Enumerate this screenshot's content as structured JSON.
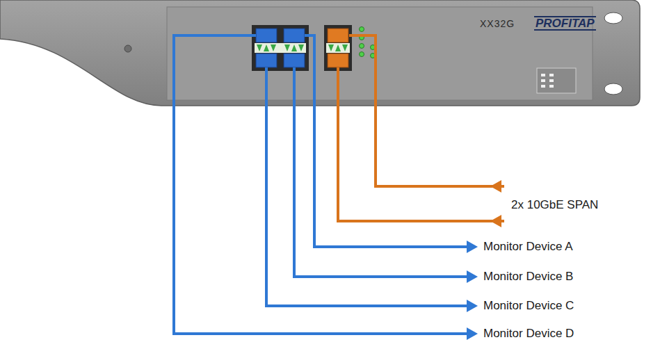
{
  "diagram": {
    "nodes": [
      {
        "text": [
          "XX32G",
          "PROFITAP"
        ]
      },
      {
        "text": [
          "2x 10GbE SPAN"
        ]
      },
      {
        "text": [
          "Monitor Device A"
        ]
      },
      {
        "text": [
          "Monitor Device B"
        ]
      },
      {
        "text": [
          "Monitor Device C"
        ]
      },
      {
        "text": [
          "Monitor Device D"
        ]
      }
    ],
    "edges": [
      {
        "from": 1,
        "to": 0,
        "arrow": "to"
      },
      {
        "from": 1,
        "to": 0,
        "arrow": "to"
      },
      {
        "from": 0,
        "to": 2,
        "arrow": "to"
      },
      {
        "from": 0,
        "to": 3,
        "arrow": "to"
      },
      {
        "from": 0,
        "to": 4,
        "arrow": "to"
      },
      {
        "from": 0,
        "to": 5,
        "arrow": "to"
      }
    ]
  }
}
